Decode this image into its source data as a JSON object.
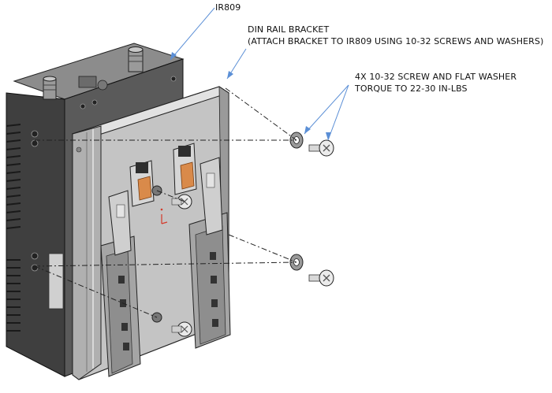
{
  "callouts": {
    "device_label": "IR809",
    "bracket_title": "DIN RAIL BRACKET",
    "bracket_note": "(ATTACH BRACKET TO IR809 USING 10-32 SCREWS AND WASHERS)",
    "screw_spec": "4X 10-32 SCREW AND FLAT WASHER",
    "screw_torque": "TORQUE TO 22-30 IN-LBS"
  },
  "colors": {
    "leader": "#5b8fd6",
    "device_body": "#4a4a4a",
    "bracket_plate": "#c9c9c9",
    "clip": "#b5b5b5",
    "copper_spring": "#d98a4a",
    "washer": "#8a8a8a"
  }
}
